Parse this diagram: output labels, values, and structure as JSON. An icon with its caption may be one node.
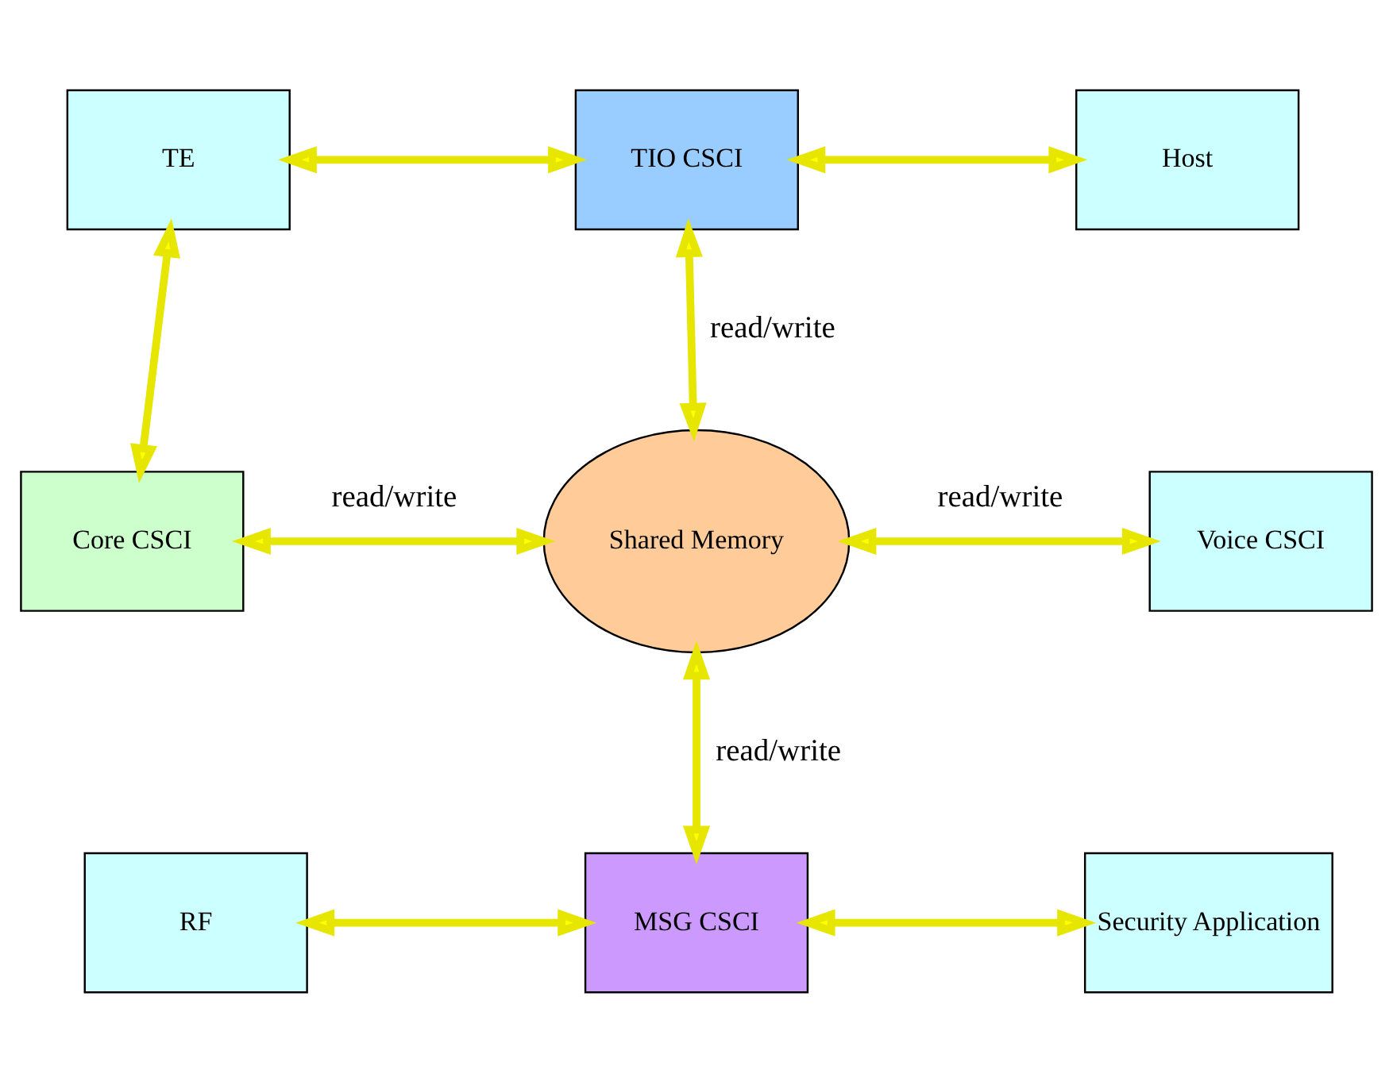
{
  "diagram": {
    "nodes": [
      {
        "text": [
          "TE"
        ]
      },
      {
        "text": [
          "TIO CSCI"
        ]
      },
      {
        "text": [
          "Host"
        ]
      },
      {
        "text": [
          "Core CSCI"
        ]
      },
      {
        "text": [
          "Shared Memory"
        ]
      },
      {
        "text": [
          "Voice CSCI"
        ]
      },
      {
        "text": [
          "RF"
        ]
      },
      {
        "text": [
          "MSG CSCI"
        ]
      },
      {
        "text": [
          "Security Application"
        ]
      }
    ],
    "edges": [
      {
        "from": 0,
        "to": 1,
        "arrow": "both"
      },
      {
        "from": 1,
        "to": 2,
        "arrow": "both"
      },
      {
        "from": 0,
        "to": 3,
        "arrow": "both"
      },
      {
        "from": 1,
        "to": 4,
        "arrow": "both",
        "label": "read/write"
      },
      {
        "from": 3,
        "to": 4,
        "arrow": "both",
        "label": "read/write"
      },
      {
        "from": 4,
        "to": 5,
        "arrow": "both",
        "label": "read/write"
      },
      {
        "from": 4,
        "to": 7,
        "arrow": "both",
        "label": "read/write"
      },
      {
        "from": 6,
        "to": 7,
        "arrow": "both"
      },
      {
        "from": 7,
        "to": 8,
        "arrow": "both"
      }
    ]
  }
}
